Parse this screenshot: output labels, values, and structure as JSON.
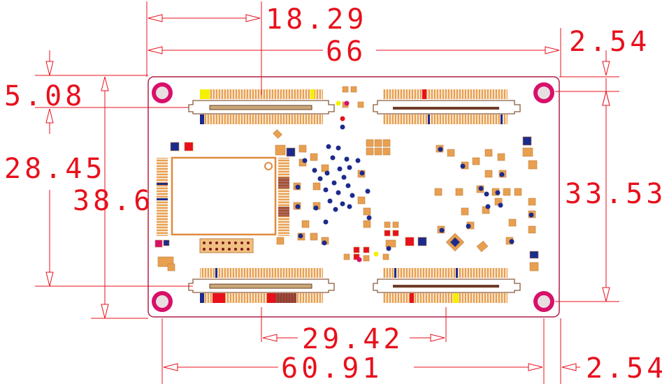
{
  "dimensions": {
    "top_offset": "18.29",
    "overall_width": "66",
    "top_right_margin": "2.54",
    "left_top_offset": "5.08",
    "left_connector_span": "28.45",
    "board_height": "38.6",
    "right_hole_span": "33.53",
    "bottom_connector_span": "29.42",
    "hole_span": "60.91",
    "bottom_right_margin": "2.54"
  },
  "colors": {
    "dimension": "#e8101c",
    "outline": "#b41e46",
    "pad": "#e8a050",
    "via": "#1c2a8c",
    "hole_ring": "#d8106a",
    "hole_center": "#e8e0e0"
  }
}
